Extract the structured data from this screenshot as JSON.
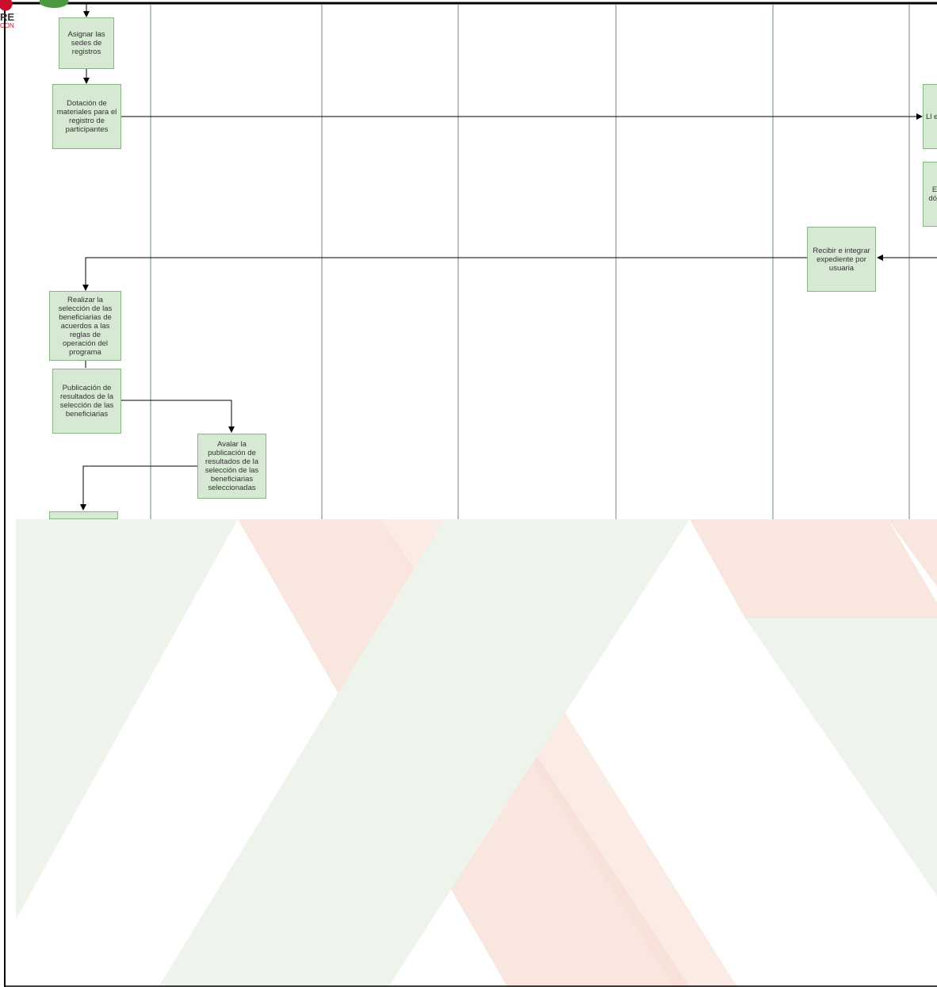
{
  "colors": {
    "box_fill": "#d6e9d3",
    "box_border": "#88b583",
    "lane_line": "#6f8f6c",
    "arrow": "#000000",
    "watermark_green": "#eef3ec",
    "watermark_red": "#f8e6df",
    "logo_red": "#c8102e",
    "logo_green": "#4e9a43"
  },
  "logo": {
    "text_main": "RE",
    "text_sub": "CON"
  },
  "diagram": {
    "boxes": [
      {
        "id": "asignar",
        "text": "Asignar las sedes de registros"
      },
      {
        "id": "dotacion",
        "text": "Dotación de materiales para el registro de participantes"
      },
      {
        "id": "right-top",
        "text": "Ll en"
      },
      {
        "id": "right-mid",
        "text": "E dóc"
      },
      {
        "id": "recibir",
        "text": "Recibir e integrar expediente por usuaria"
      },
      {
        "id": "realizar",
        "text": "Realizar la selección de las beneficiarias de acuerdos a las reglas de operación del programa"
      },
      {
        "id": "publicacion",
        "text": "Publicación de resultados de la selección de las beneficiarias"
      },
      {
        "id": "avalar",
        "text": "Avalar la publicación de resultados de la selección de las beneficiarias seleccionadas"
      },
      {
        "id": "bottom-partial",
        "text": ""
      }
    ]
  }
}
